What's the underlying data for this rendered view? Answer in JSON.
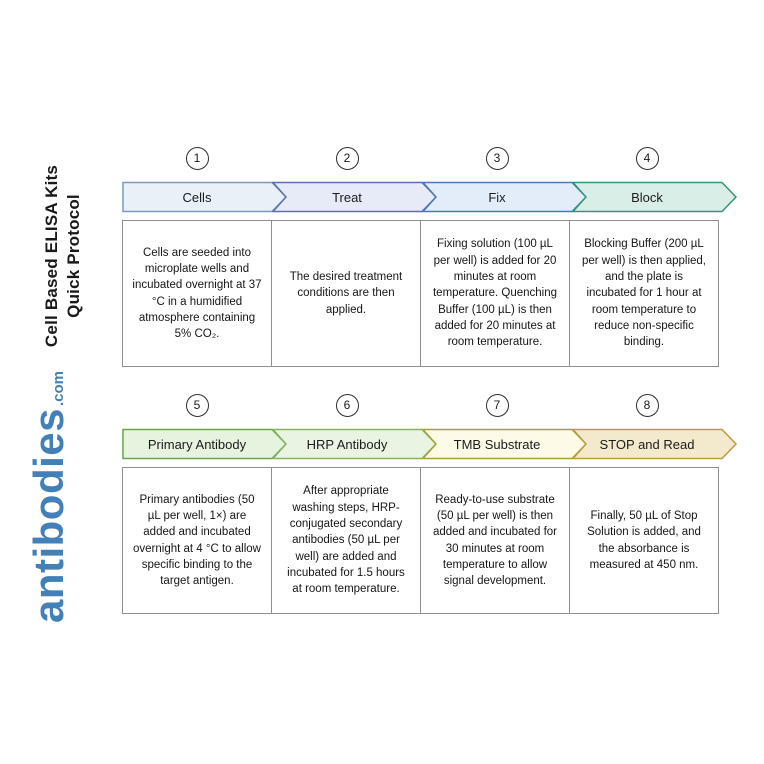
{
  "brand": {
    "title_line1": "Cell Based ELISA Kits",
    "title_line2": "Quick Protocol",
    "logo_text": "antibodies",
    "logo_suffix": ".com",
    "logo_color": "#4380b8"
  },
  "steps": [
    {
      "number": "1",
      "label": "Cells",
      "fill": "#e8f0f8",
      "stroke": "#7b99bb",
      "description": "Cells are seeded into microplate wells and incubated overnight at 37 °C in a humidified atmosphere containing 5% CO₂."
    },
    {
      "number": "2",
      "label": "Treat",
      "fill": "#e7ebf8",
      "stroke": "#5c6fae",
      "description": "The desired treatment conditions are then applied."
    },
    {
      "number": "3",
      "label": "Fix",
      "fill": "#e3edf9",
      "stroke": "#4a7ab5",
      "description": "Fixing solution (100 µL per well) is added for 20 minutes at room temperature. Quenching Buffer (100 µL) is then added for 20 minutes at room temperature."
    },
    {
      "number": "4",
      "label": "Block",
      "fill": "#daeee8",
      "stroke": "#33967b",
      "description": "Blocking Buffer (200 µL per well) is then applied, and the plate is incubated for 1 hour at room temperature to reduce non-specific binding."
    },
    {
      "number": "5",
      "label": "Primary Antibody",
      "fill": "#e6f3df",
      "stroke": "#68a74e",
      "description": "Primary antibodies (50 µL per well, 1×) are added and incubated overnight at 4 °C to allow specific binding to the target antigen."
    },
    {
      "number": "6",
      "label": "HRP Antibody",
      "fill": "#eaf4e3",
      "stroke": "#86b45c",
      "description": "After appropriate washing steps, HRP-conjugated secondary antibodies (50 µL per well) are added and incubated for 1.5 hours at room temperature."
    },
    {
      "number": "7",
      "label": "TMB Substrate",
      "fill": "#fdfbe8",
      "stroke": "#a3a239",
      "description": "Ready-to-use substrate (50 µL per well) is then added and incubated for 30 minutes at room temperature to allow signal development."
    },
    {
      "number": "8",
      "label": "STOP and Read",
      "fill": "#f3e9cd",
      "stroke": "#bd9b3f",
      "description": "Finally, 50 µL of Stop Solution is added, and the absorbance is measured at 450 nm."
    }
  ]
}
